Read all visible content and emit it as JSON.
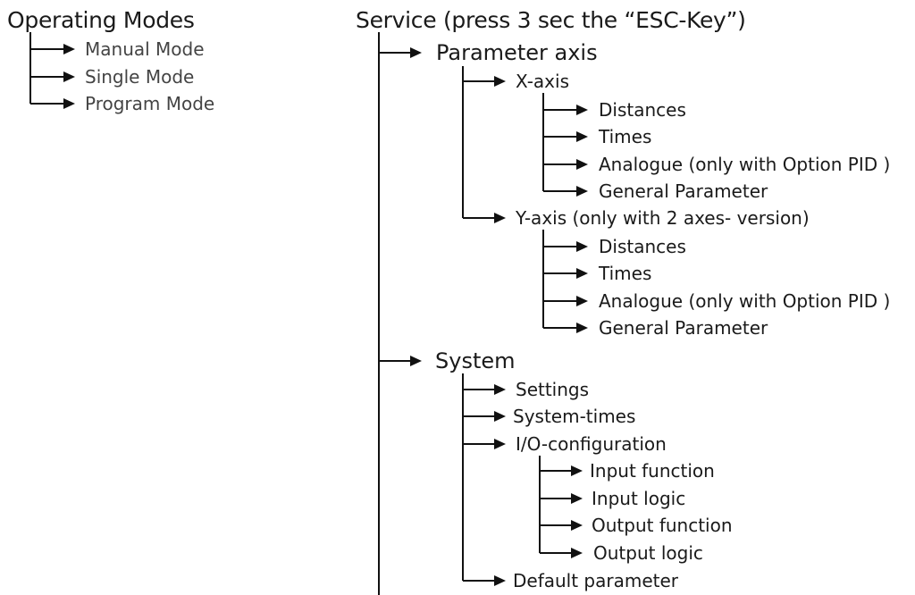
{
  "operating_modes": {
    "title": "Operating Modes",
    "items": [
      "Manual Mode",
      "Single Mode",
      "Program Mode"
    ]
  },
  "service": {
    "title": "Service (press 3 sec the “ESC-Key”)",
    "parameter_axis": {
      "label": "Parameter axis",
      "x_axis": {
        "label": "X-axis",
        "items": [
          "Distances",
          "Times",
          "Analogue (only with Option PID )",
          "General Parameter"
        ]
      },
      "y_axis": {
        "label": "Y-axis (only with 2 axes-  version)",
        "items": [
          "Distances",
          "Times",
          "Analogue (only with Option PID )",
          "General Parameter"
        ]
      }
    },
    "system": {
      "label": "System",
      "settings": "Settings",
      "system_times": "System-times",
      "io_configuration": {
        "label": "I/O-configuration",
        "items": [
          "Input function",
          "Input logic",
          "Output function",
          "Output logic"
        ]
      },
      "default_parameter": "Default parameter"
    }
  }
}
